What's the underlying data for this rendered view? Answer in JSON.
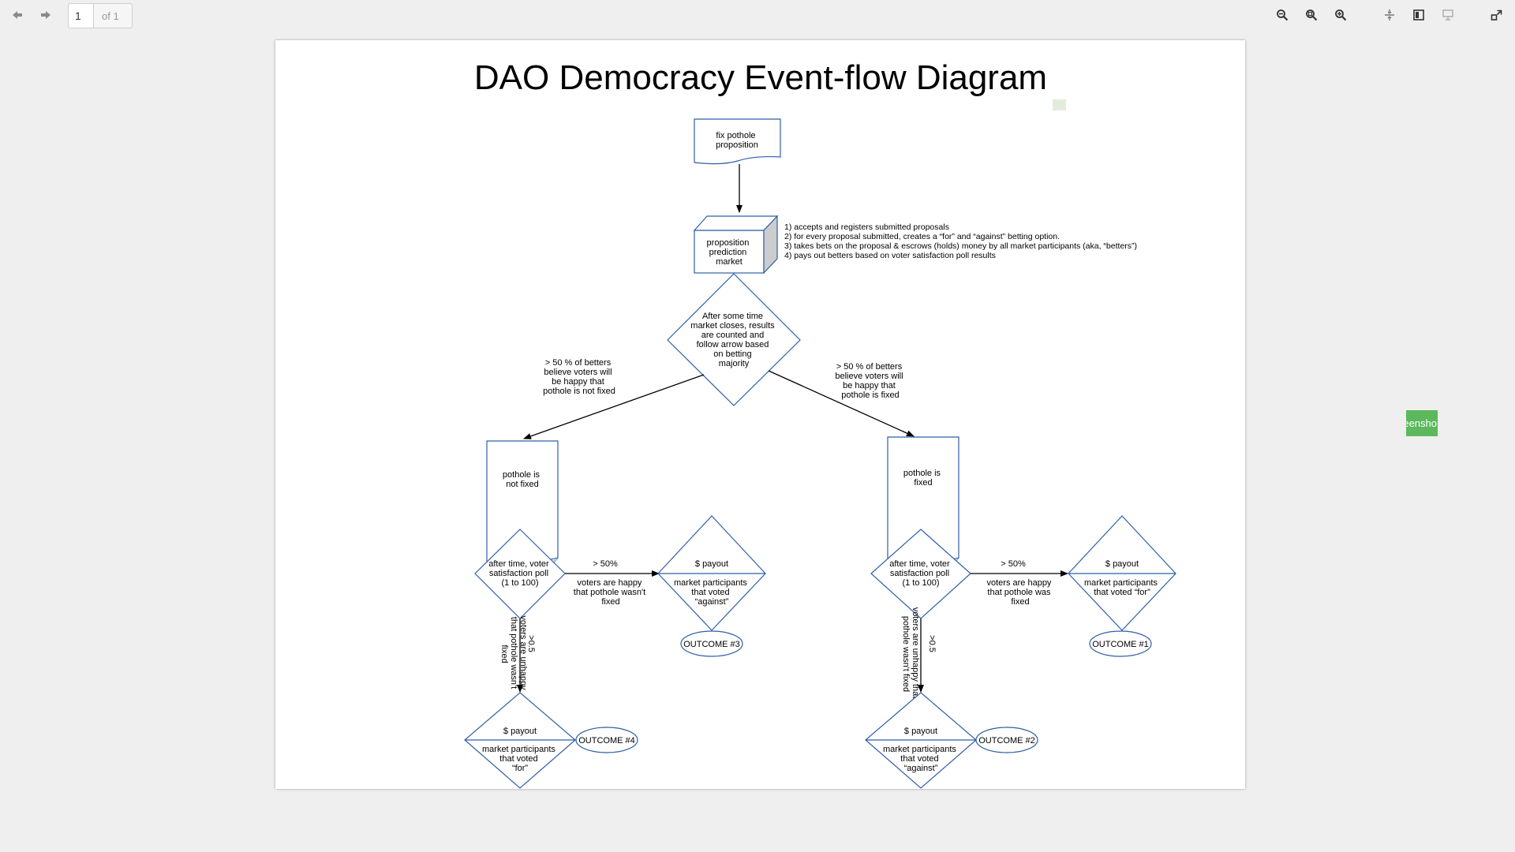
{
  "toolbar": {
    "page_value": "1",
    "page_total": "of 1",
    "icons": [
      "arrow-left-icon",
      "arrow-right-icon",
      "zoom-out-icon",
      "zoom-reset-icon",
      "zoom-in-icon",
      "fit-page-icon",
      "sidebar-toggle-icon",
      "presentation-icon",
      "fullscreen-exit-icon"
    ]
  },
  "side_tab": {
    "label": "eensho",
    "color": "#5cb85c"
  },
  "diagram": {
    "title": "DAO Democracy Event-flow Diagram",
    "colors": {
      "shape_stroke": "#2f5fa8",
      "arrow": "#000000",
      "cube_side": "#cccccc",
      "sticky_note": "#e3ecdc"
    },
    "nodes": {
      "proposition": [
        "fix pothole",
        "proposition"
      ],
      "market": [
        "proposition",
        "prediction",
        "market"
      ],
      "market_notes": [
        "1) accepts and registers submitted proposals",
        "2) for every proposal submitted, creates a “for” and “against” betting option.",
        "3) takes bets on the proposal & escrows (holds) money by all market participants (aka, “betters”)",
        "4) pays out betters based on voter satisfaction poll results"
      ],
      "decision": [
        "After some time",
        "market closes, results",
        "are counted and",
        "follow arrow based",
        "on betting",
        "majority"
      ],
      "left_branch_label": [
        "> 50 % of betters",
        "believe voters will",
        "be happy that",
        "pothole is not fixed"
      ],
      "right_branch_label": [
        "> 50 % of betters",
        "believe voters will",
        "be happy that",
        "pothole is fixed"
      ],
      "not_fixed_doc": [
        "pothole is",
        "not fixed"
      ],
      "fixed_doc": [
        "pothole is",
        "fixed"
      ],
      "poll_left": [
        "after time, voter",
        "satisfaction poll",
        "(1 to 100)"
      ],
      "poll_right": [
        "after time, voter",
        "satisfaction poll",
        "(1 to 100)"
      ],
      "gt50_left": "> 50%",
      "gt50_right": "> 50%",
      "happy_left": [
        "voters are happy",
        "that pothole wasn't",
        "fixed"
      ],
      "happy_right": [
        "voters are happy",
        "that pothole was",
        "fixed"
      ],
      "payout_top_left": {
        "title": "$ payout",
        "body": [
          "market participants",
          "that voted",
          "“against”"
        ]
      },
      "payout_top_right": {
        "title": "$ payout",
        "body": [
          "market participants",
          "that voted “for”"
        ]
      },
      "outcome3": "OUTCOME #3",
      "outcome1": "OUTCOME #1",
      "lt05_left": ">0.5",
      "lt05_right": ">0.5",
      "unhappy_left": [
        "voters are unhappy",
        "that pothole wasn't",
        "fixed"
      ],
      "unhappy_right": [
        "voters are unhappy that",
        "pothole wasn't fixed"
      ],
      "payout_bottom_left": {
        "title": "$ payout",
        "body": [
          "market participants",
          "that voted",
          "“for”"
        ]
      },
      "payout_bottom_right": {
        "title": "$ payout",
        "body": [
          "market participants",
          "that voted",
          "“against”"
        ]
      },
      "outcome4": "OUTCOME #4",
      "outcome2": "OUTCOME #2"
    }
  }
}
